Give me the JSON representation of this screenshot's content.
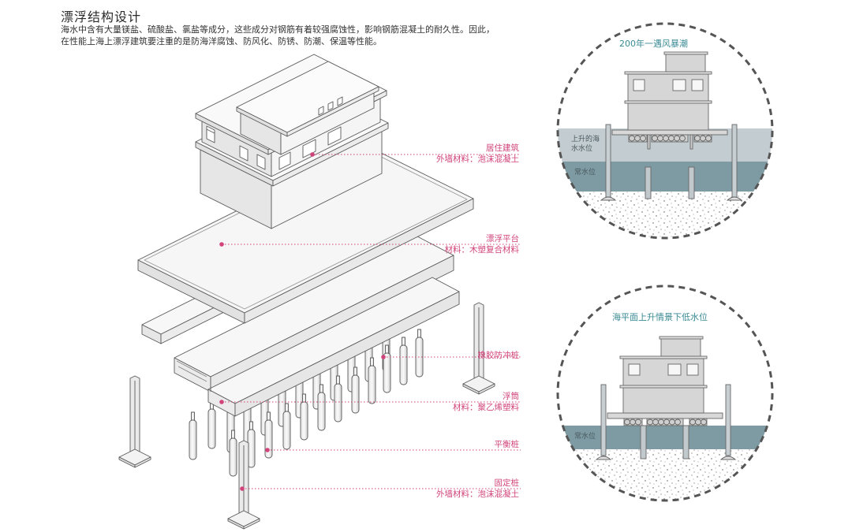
{
  "header": {
    "title": "漂浮结构设计",
    "description_line1": "海水中含有大量镁盐、硫酸盐、氯盐等成分，这些成分对钢筋有着较强腐蚀性，影响钢筋混凝土的耐久性。因此，",
    "description_line2": "在性能上海上漂浮建筑要注重的是防海洋腐蚀、防风化、防锈、防潮、保温等性能。"
  },
  "colors": {
    "callout": "#d1437a",
    "scenario_title": "#3a8a94",
    "water_high": "#c3ccd1",
    "water_normal": "#7e9ba3",
    "line": "#555555",
    "fill": "#f2f2f2"
  },
  "callouts": [
    {
      "name": "居住建筑",
      "material": "外墙材料：泡沫混凝土"
    },
    {
      "name": "漂浮平台",
      "material": "材料：木塑复合材料"
    },
    {
      "name": "橡胶防冲桩",
      "material": ""
    },
    {
      "name": "浮筒",
      "material": "材料：聚乙烯塑料"
    },
    {
      "name": "平衡桩",
      "material": ""
    },
    {
      "name": "固定桩",
      "material": "外墙材料：泡沫混凝土"
    }
  ],
  "scenarios": [
    {
      "title": "200年一遇风暴潮",
      "rising_water_label": "上升的海水水位",
      "normal_water_label": "常水位"
    },
    {
      "title": "海平面上升情景下低水位",
      "normal_water_label": "常水位"
    }
  ]
}
